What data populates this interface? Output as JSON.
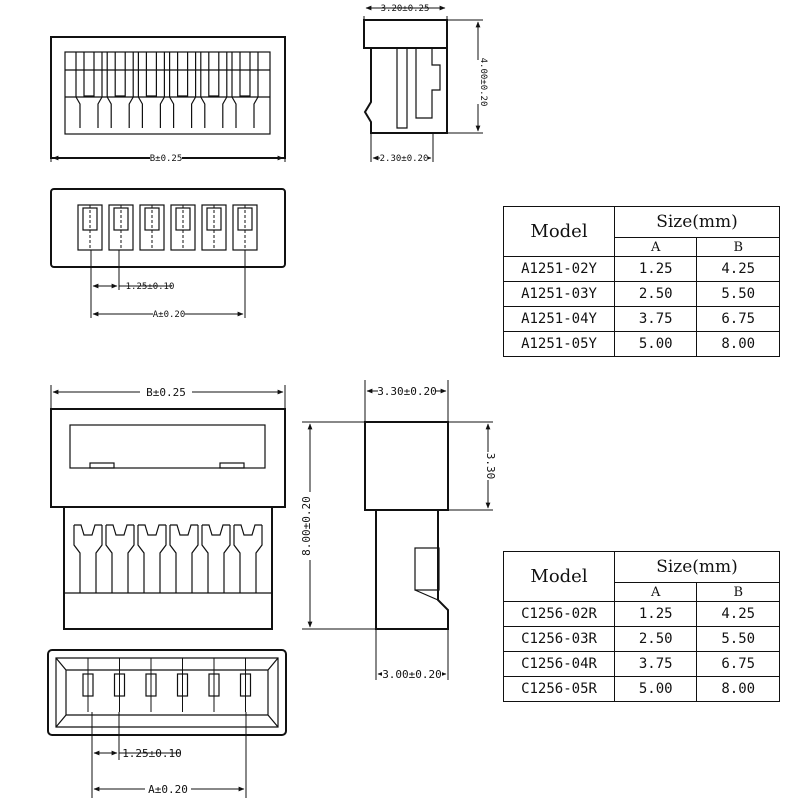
{
  "top_connector": {
    "front_width_label": "B±0.25",
    "side_width_label": "3.20±0.25",
    "side_height_label": "4.00±0.20",
    "side_depth_label": "2.30±0.20",
    "pitch_label": "1.25±0.10",
    "span_label": "A±0.20"
  },
  "bottom_connector": {
    "front_width_label": "B±0.25",
    "side_width_label": "3.30±0.20",
    "side_upper_label": "3.30",
    "side_height_label": "8.00±0.20",
    "side_depth_label": "3.00±0.20",
    "pitch_label": "1.25±0.10",
    "span_label": "A±0.20"
  },
  "table_a": {
    "model_header": "Model",
    "size_header": "Size(mm)",
    "col_a": "A",
    "col_b": "B",
    "rows": [
      {
        "model": "A1251-02Y",
        "a": "1.25",
        "b": "4.25"
      },
      {
        "model": "A1251-03Y",
        "a": "2.50",
        "b": "5.50"
      },
      {
        "model": "A1251-04Y",
        "a": "3.75",
        "b": "6.75"
      },
      {
        "model": "A1251-05Y",
        "a": "5.00",
        "b": "8.00"
      }
    ]
  },
  "table_c": {
    "model_header": "Model",
    "size_header": "Size(mm)",
    "col_a": "A",
    "col_b": "B",
    "rows": [
      {
        "model": "C1256-02R",
        "a": "1.25",
        "b": "4.25"
      },
      {
        "model": "C1256-03R",
        "a": "2.50",
        "b": "5.50"
      },
      {
        "model": "C1256-04R",
        "a": "3.75",
        "b": "6.75"
      },
      {
        "model": "C1256-05R",
        "a": "5.00",
        "b": "8.00"
      }
    ]
  }
}
